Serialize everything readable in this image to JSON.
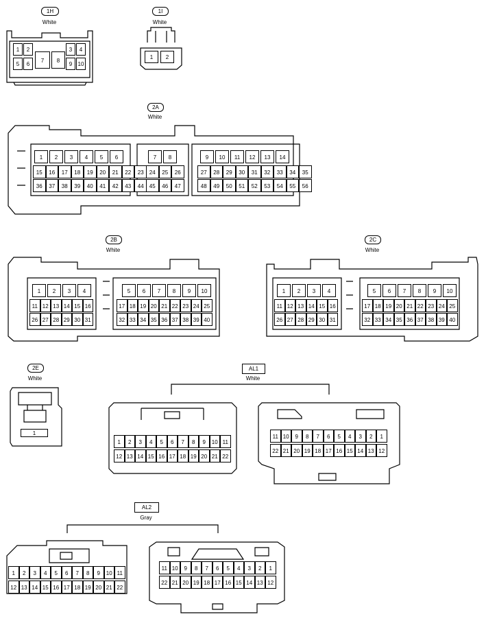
{
  "connectors": {
    "c1h": {
      "id": "1H",
      "color": "White",
      "pins": [
        "1",
        "2",
        "3",
        "4",
        "5",
        "6",
        "7",
        "8",
        "9",
        "10"
      ]
    },
    "c1i": {
      "id": "1I",
      "color": "White",
      "pins": [
        "1",
        "2"
      ]
    },
    "c2a": {
      "id": "2A",
      "color": "White",
      "rows": [
        [
          "1",
          "2",
          "3",
          "4",
          "5",
          "6",
          "",
          "7",
          "8",
          "",
          "9",
          "10",
          "11",
          "12",
          "13",
          "14"
        ],
        [
          "15",
          "16",
          "17",
          "18",
          "19",
          "20",
          "21",
          "22",
          "23",
          "24",
          "25",
          "26",
          "27",
          "28",
          "29",
          "30",
          "31",
          "32",
          "33",
          "34",
          "35"
        ],
        [
          "36",
          "37",
          "38",
          "39",
          "40",
          "41",
          "42",
          "43",
          "44",
          "45",
          "46",
          "47",
          "48",
          "49",
          "50",
          "51",
          "52",
          "53",
          "54",
          "55",
          "56"
        ]
      ]
    },
    "c2b": {
      "id": "2B",
      "color": "White",
      "rows": [
        [
          "1",
          "2",
          "3",
          "4",
          "5",
          "6",
          "7",
          "8",
          "9",
          "10"
        ],
        [
          "11",
          "12",
          "13",
          "14",
          "15",
          "16",
          "17",
          "18",
          "19",
          "20",
          "21",
          "22",
          "23",
          "24",
          "25"
        ],
        [
          "26",
          "27",
          "28",
          "29",
          "30",
          "31",
          "32",
          "33",
          "34",
          "35",
          "36",
          "37",
          "38",
          "39",
          "40"
        ]
      ]
    },
    "c2c": {
      "id": "2C",
      "color": "White",
      "rows": [
        [
          "1",
          "2",
          "3",
          "4",
          "5",
          "6",
          "7",
          "8",
          "9",
          "10"
        ],
        [
          "11",
          "12",
          "13",
          "14",
          "15",
          "16",
          "17",
          "18",
          "19",
          "20",
          "21",
          "22",
          "23",
          "24",
          "25"
        ],
        [
          "26",
          "27",
          "28",
          "29",
          "30",
          "31",
          "32",
          "33",
          "34",
          "35",
          "36",
          "37",
          "38",
          "39",
          "40"
        ]
      ]
    },
    "c2e": {
      "id": "2E",
      "color": "White",
      "pins": [
        "1"
      ]
    },
    "al1": {
      "id": "AL1",
      "color": "White",
      "front": [
        [
          "1",
          "2",
          "3",
          "4",
          "5",
          "6",
          "7",
          "8",
          "9",
          "10",
          "11"
        ],
        [
          "12",
          "13",
          "14",
          "15",
          "16",
          "17",
          "18",
          "19",
          "20",
          "21",
          "22"
        ]
      ],
      "back": [
        [
          "11",
          "10",
          "9",
          "8",
          "7",
          "6",
          "5",
          "4",
          "3",
          "2",
          "1"
        ],
        [
          "22",
          "21",
          "20",
          "19",
          "18",
          "17",
          "16",
          "15",
          "14",
          "13",
          "12"
        ]
      ]
    },
    "al2": {
      "id": "AL2",
      "color": "Gray",
      "front": [
        [
          "1",
          "2",
          "3",
          "4",
          "5",
          "6",
          "7",
          "8",
          "9",
          "10",
          "11"
        ],
        [
          "12",
          "13",
          "14",
          "15",
          "16",
          "17",
          "18",
          "19",
          "20",
          "21",
          "22"
        ]
      ],
      "back": [
        [
          "11",
          "10",
          "9",
          "8",
          "7",
          "6",
          "5",
          "4",
          "3",
          "2",
          "1"
        ],
        [
          "22",
          "21",
          "20",
          "19",
          "18",
          "17",
          "16",
          "15",
          "14",
          "13",
          "12"
        ]
      ]
    }
  }
}
